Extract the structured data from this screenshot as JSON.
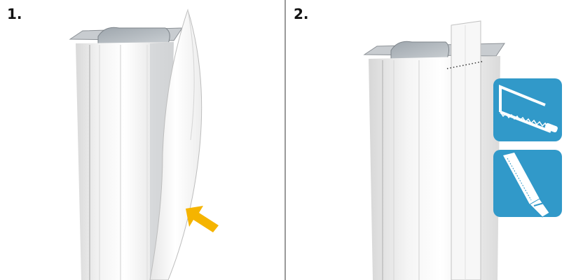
{
  "steps": [
    {
      "number": "1.",
      "illustration": "post-with-peeling-cover-strip"
    },
    {
      "number": "2.",
      "illustration": "post-with-cover-strip-trim-line"
    }
  ],
  "arrow": {
    "color": "#f5b400",
    "icon": "push-arrow-icon"
  },
  "tools": [
    {
      "icon": "hacksaw-icon",
      "bg": "#3199c9"
    },
    {
      "icon": "file-tool-icon",
      "bg": "#3199c9"
    }
  ]
}
